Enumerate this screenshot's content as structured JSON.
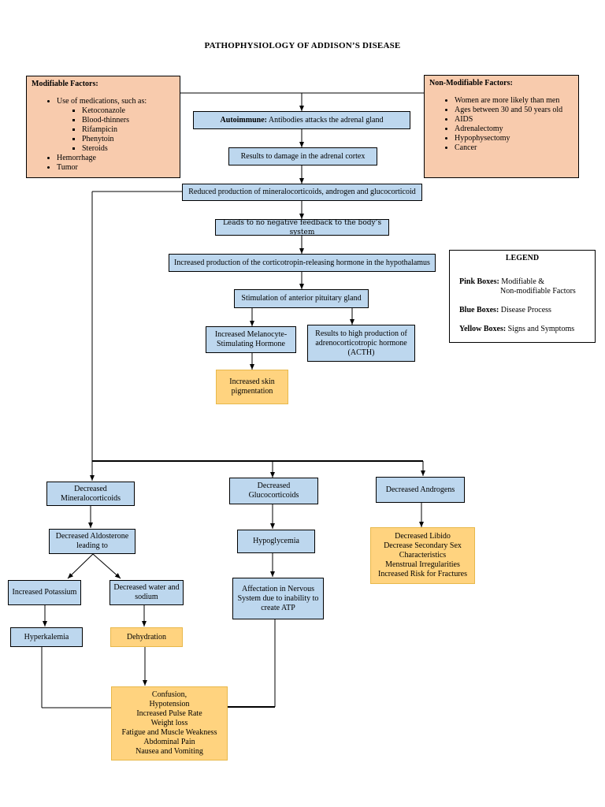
{
  "title": "PATHOPHYSIOLOGY OF ADDISON’S DISEASE",
  "modifiable": {
    "heading": "Modifiable Factors:",
    "item1": "Use of medications, such as:",
    "meds": [
      "Ketoconazole",
      "Blood-thinners",
      "Rifampicin",
      "Phenytoin",
      "Steroids"
    ],
    "item2": "Hemorrhage",
    "item3": "Tumor"
  },
  "non_modifiable": {
    "heading": "Non-Modifiable Factors:",
    "items": [
      "Women are more likely than men",
      "Ages between 30 and 50 years old",
      "AIDS",
      "Adrenalectomy",
      "Hypophysectomy",
      "Cancer"
    ]
  },
  "legend": {
    "title": "LEGEND",
    "pink_label": "Pink Boxes:",
    "pink_text_1": "Modifiable &",
    "pink_text_2": "Non-modifiable Factors",
    "blue_label": "Blue Boxes:",
    "blue_text": "Disease Process",
    "yellow_label": "Yellow Boxes:",
    "yellow_text": "Signs and Symptoms"
  },
  "flow": {
    "autoimmune_bold": "Autoimmune:",
    "autoimmune_text": " Antibodies attacks the adrenal gland",
    "damage": "Results to damage in the adrenal cortex",
    "reduced": "Reduced production of mineralocorticoids, androgen and glucocorticoid",
    "no_feedback": "Leads to no negative feedback to the body’s system",
    "crh": "Increased production of the corticotropin-releasing hormone in the hypothalamus",
    "pituitary": "Stimulation of anterior pituitary gland",
    "msh": "Increased Melanocyte-Stimulating Hormone",
    "acth": "Results to high production of adrenocorticotropic hormone (ACTH)",
    "skin": "Increased skin pigmentation",
    "dec_mineralo": "Decreased Mineralocorticoids",
    "dec_gluco": "Decreased Glucocorticoids",
    "dec_andro": "Decreased Androgens",
    "dec_aldo": "Decreased Aldosterone leading to",
    "hypoglycemia": "Hypoglycemia",
    "andro_effects": [
      "Decreased Libido",
      "Decrease Secondary Sex Characteristics",
      "Menstrual Irregularities",
      "Increased Risk for Fractures"
    ],
    "inc_potassium": "Increased Potassium",
    "dec_water": "Decreased water and sodium",
    "nervous": "Affectation in Nervous System due to inability to create ATP",
    "hyperkalemia": "Hyperkalemia",
    "dehydration": "Dehydration",
    "symptoms": [
      "Confusion,",
      "Hypotension",
      "Increased Pulse Rate",
      "Weight loss",
      "Fatigue and Muscle Weakness",
      "Abdominal Pain",
      "Nausea and Vomiting"
    ]
  },
  "colors": {
    "blue": "#bdd7ee",
    "yellow": "#ffd37f",
    "pink": "#f8cbad"
  }
}
